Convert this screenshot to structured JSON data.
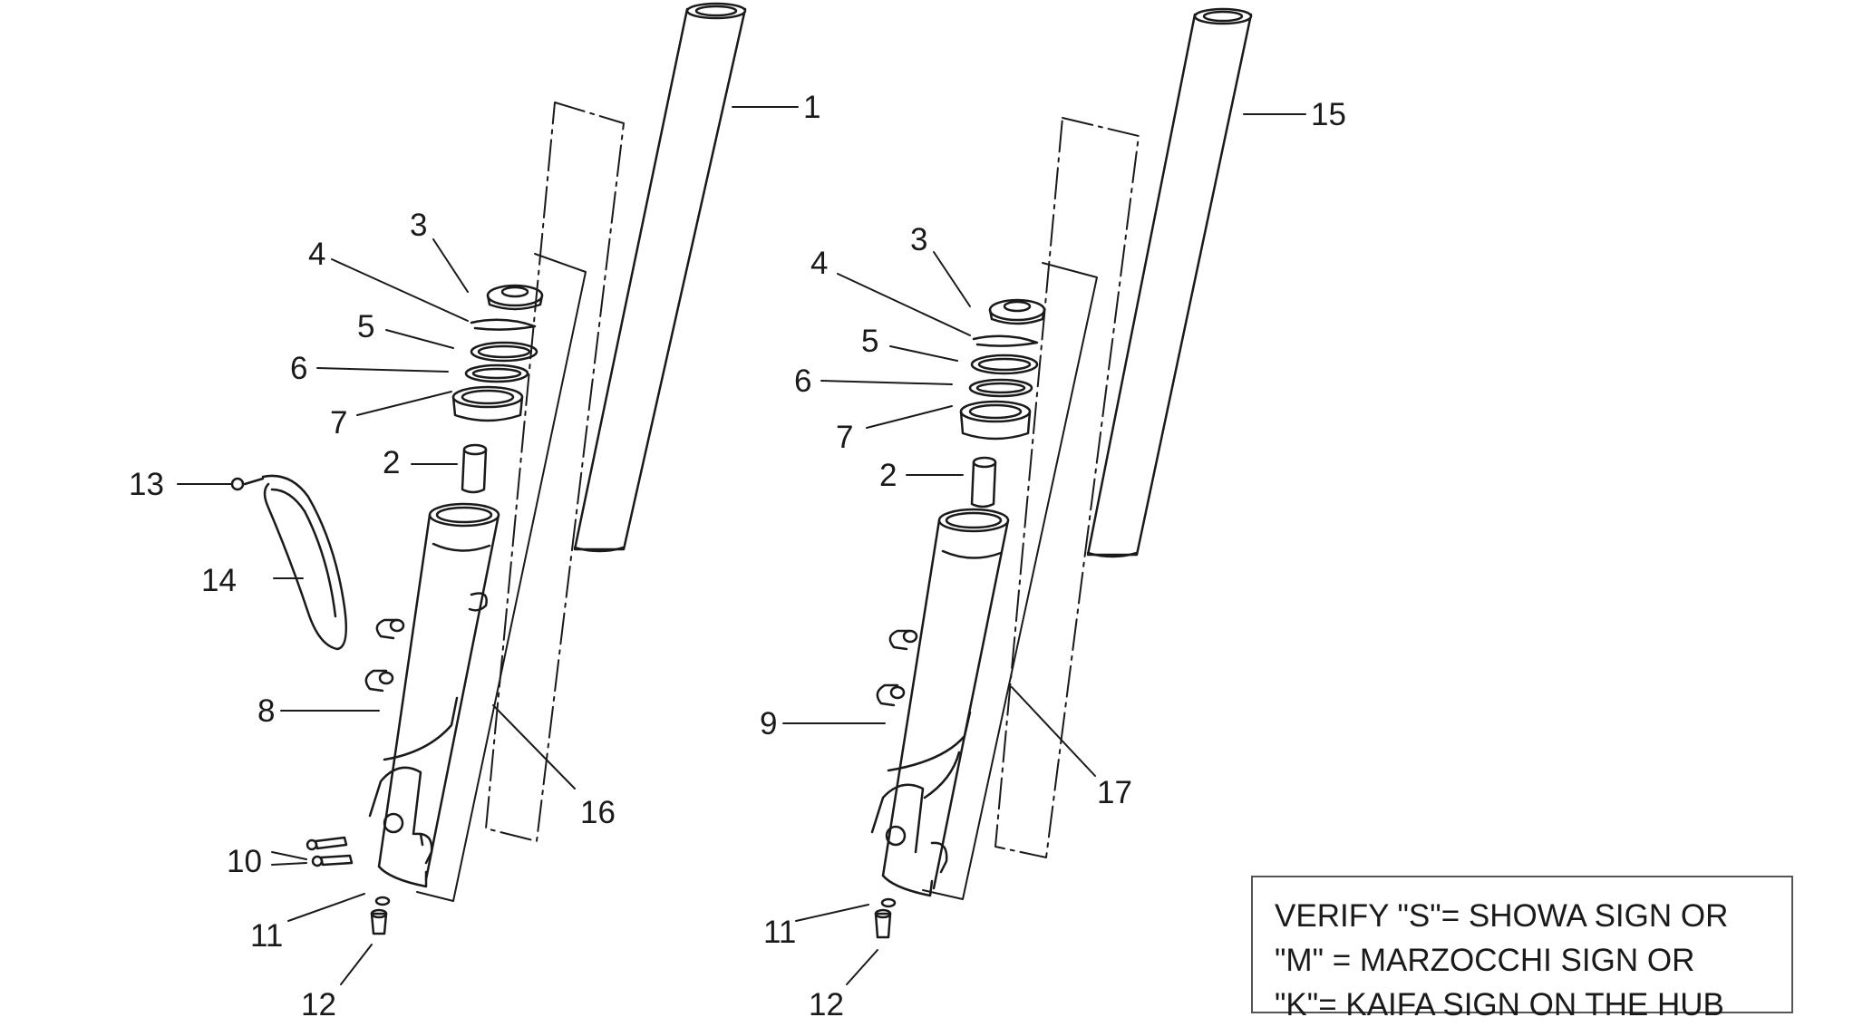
{
  "callouts": {
    "left": {
      "n1": "1",
      "n3": "3",
      "n4": "4",
      "n5": "5",
      "n6": "6",
      "n7": "7",
      "n2": "2",
      "n13": "13",
      "n14": "14",
      "n8": "8",
      "n10": "10",
      "n11": "11",
      "n12": "12",
      "n16": "16"
    },
    "right": {
      "n15": "15",
      "n3": "3",
      "n4": "4",
      "n5": "5",
      "n6": "6",
      "n7": "7",
      "n2": "2",
      "n9": "9",
      "n11": "11",
      "n12": "12",
      "n17": "17"
    }
  },
  "note": {
    "lines": [
      "VERIFY \"S\"= SHOWA SIGN OR",
      "\"M\" = MARZOCCHI SIGN OR",
      "\"K\"= KAIFA SIGN ON THE HUB"
    ]
  }
}
